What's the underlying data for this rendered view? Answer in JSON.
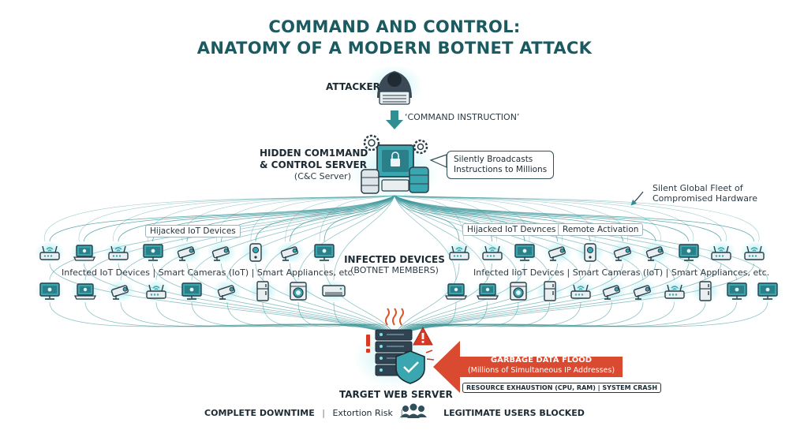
{
  "title_line1": "COMMAND AND CONTROL:",
  "title_line2": "ANATOMY OF A MODERN BOTNET ATTACK",
  "attacker_label": "ATTACKER",
  "command_instruction": "‘COMMAND INSTRUCTION’",
  "cnc": {
    "line1": "HIDDEN COM1MAND",
    "line2": "& CONTROL SERVER",
    "line3": "(C&C Server)"
  },
  "broadcast_callout": {
    "line1": "Silently Broadcasts",
    "line2": "Instructions to Millions"
  },
  "fleet_note": {
    "line1": "Silent Global Fleet of",
    "line2": "Compromised Hardware"
  },
  "tags": {
    "hijacked_left": "Hijacked IoT Devices",
    "hijacked_right": "Hijacked IoT Devnces",
    "remote_activation": "Remote Activation"
  },
  "infected": {
    "line1": "INFECTED DEVICES",
    "line2": "(BOTNET MEMBERS)"
  },
  "device_caption_left": "Infected IoT Devices  |  Smart Cameras (IoT)  |  Smart Appliances, etc.",
  "device_caption_right": "Infected IioT Devices  |  Smart Cameras (IoT)  |  Smart Appliances, etc.",
  "device_rows": {
    "top": [
      "router",
      "laptop",
      "router",
      "monitor",
      "camera",
      "camera",
      "speaker",
      "camera",
      "monitor",
      "router",
      "router",
      "monitor",
      "camera",
      "speaker",
      "camera",
      "camera",
      "monitor",
      "router",
      "router"
    ],
    "bottom": [
      "monitor",
      "laptop",
      "camera",
      "router",
      "monitor",
      "camera",
      "fridge",
      "washer",
      "ac",
      "laptop",
      "laptop",
      "washer",
      "fridge",
      "router",
      "camera",
      "camera",
      "router",
      "fridge",
      "monitor",
      "monitor"
    ]
  },
  "flood": {
    "line1": "GARBAGE DATA FLOOD",
    "line2": "(Millions of Simultaneous IP Addresses)",
    "exhaustion": "RESOURCE EXHAUSTION (CPU, RAM) | SYSTEM CRASH"
  },
  "target_label": "TARGET WEB SERVER",
  "bottom": {
    "downtime": "COMPLETE DOWNTIME",
    "extortion": "Extortion Risk",
    "blocked": "LEGITIMATE USERS BLOCKED"
  },
  "colors": {
    "title": "#1b5a60",
    "wire": "#2f8f93",
    "glow": "#bff0f2",
    "device_stroke": "#2c3e48",
    "device_screen": "#3aa6b0",
    "flood": "#d94a30",
    "alert": "#d93a26"
  }
}
